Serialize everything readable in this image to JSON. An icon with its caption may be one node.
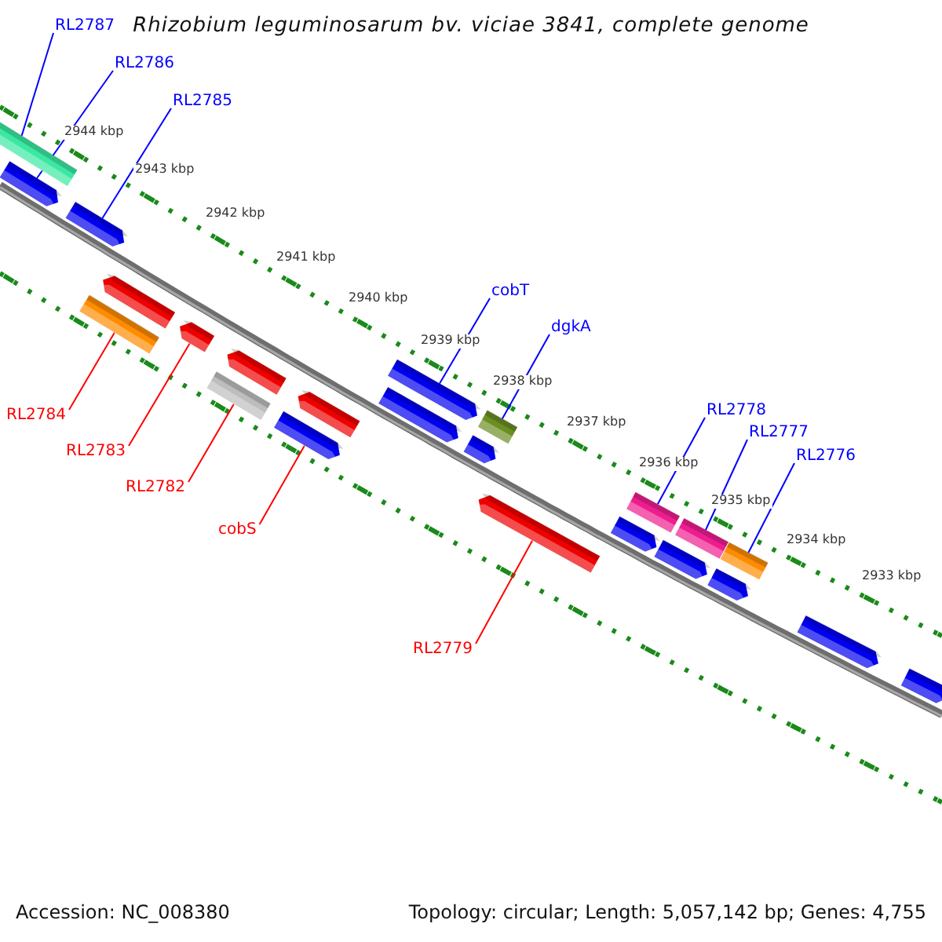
{
  "diagram": {
    "title": "Rhizobium leguminosarum bv. viciae 3841, complete genome",
    "nodes": [
      {
        "text": [
          "RL2787"
        ]
      },
      {
        "text": [
          "RL2786"
        ]
      },
      {
        "text": [
          "RL2785"
        ]
      },
      {
        "text": [
          "cobT"
        ]
      },
      {
        "text": [
          "dgkA"
        ]
      },
      {
        "text": [
          "RL2778"
        ]
      },
      {
        "text": [
          "RL2784"
        ]
      },
      {
        "text": [
          "RL2777"
        ]
      },
      {
        "text": [
          "RL2783"
        ]
      },
      {
        "text": [
          "RL2776"
        ]
      },
      {
        "text": [
          "RL2782"
        ]
      },
      {
        "text": [
          "cobS"
        ]
      },
      {
        "text": [
          "RL2779"
        ]
      },
      {
        "text": [],
        "shape": "box"
      },
      {
        "text": [],
        "shape": "arrow"
      },
      {
        "text": [],
        "shape": "arrow"
      },
      {
        "text": [],
        "shape": "box"
      },
      {
        "text": [],
        "shape": "arrow"
      },
      {
        "text": [],
        "shape": "arrow"
      },
      {
        "text": [],
        "shape": "box"
      },
      {
        "text": [],
        "shape": "arrow"
      },
      {
        "text": [],
        "shape": "arrow"
      },
      {
        "text": [],
        "shape": "arrow"
      },
      {
        "text": [],
        "shape": "arrow"
      },
      {
        "text": [],
        "shape": "arrow"
      },
      {
        "text": [],
        "shape": "arrow"
      },
      {
        "text": [],
        "shape": "box"
      },
      {
        "text": [],
        "shape": "arrow"
      },
      {
        "text": [],
        "shape": "arrow"
      },
      {
        "text": [],
        "shape": "box"
      },
      {
        "text": [],
        "shape": "arrow"
      },
      {
        "text": [],
        "shape": "box"
      },
      {
        "text": [],
        "shape": "arrow"
      },
      {
        "text": [],
        "shape": "box"
      },
      {
        "text": [],
        "shape": "arrow"
      },
      {
        "text": [],
        "shape": "arrow"
      }
    ],
    "edges": [
      {
        "from": 0,
        "to": 13,
        "arrow": "none"
      },
      {
        "from": 1,
        "to": 14,
        "arrow": "none"
      },
      {
        "from": 2,
        "to": 15,
        "arrow": "none"
      },
      {
        "from": 3,
        "to": 24,
        "arrow": "none"
      },
      {
        "from": 4,
        "to": 26,
        "arrow": "none"
      },
      {
        "from": 5,
        "to": 29,
        "arrow": "none"
      },
      {
        "from": 6,
        "to": 16,
        "arrow": "none",
        "color": "#ff0000"
      },
      {
        "from": 7,
        "to": 31,
        "arrow": "none"
      },
      {
        "from": 8,
        "to": 18,
        "arrow": "none",
        "color": "#ff0000"
      },
      {
        "from": 9,
        "to": 33,
        "arrow": "none"
      },
      {
        "from": 10,
        "to": 19,
        "arrow": "none",
        "color": "#ff0000"
      },
      {
        "from": 11,
        "to": 21,
        "arrow": "none",
        "color": "#ff0000"
      },
      {
        "from": 12,
        "to": 27,
        "arrow": "none",
        "color": "#ff0000"
      }
    ],
    "labels": [
      "2944 kbp",
      "2943 kbp",
      "2942 kbp",
      "2941 kbp",
      "2940 kbp",
      "2939 kbp",
      "2938 kbp",
      "2937 kbp",
      "2936 kbp",
      "2935 kbp",
      "2934 kbp",
      "2933 kbp",
      "Accession: NC_008380",
      "Topology: circular; Length: 5,057,142 bp; Genes: 4,755"
    ]
  }
}
